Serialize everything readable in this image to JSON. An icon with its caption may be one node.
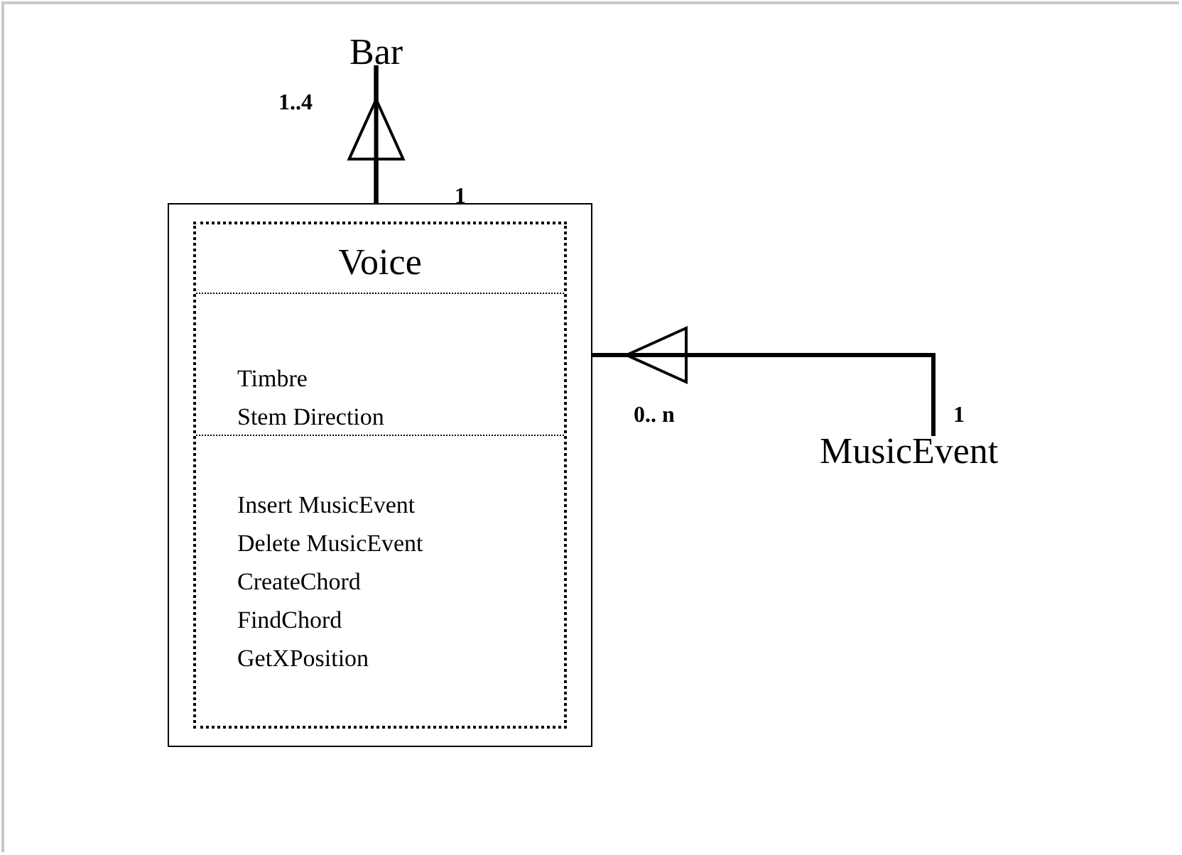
{
  "diagram": {
    "nodes": [
      {
        "text": [
          "Bar"
        ]
      },
      {
        "text": [
          "Voice",
          "Timbre",
          "Stem Direction",
          "Insert MusicEvent",
          "Delete MusicEvent",
          "CreateChord",
          "FindChord",
          "GetXPosition"
        ]
      },
      {
        "text": [
          "MusicEvent"
        ]
      }
    ],
    "edges": [
      {
        "from": 1,
        "to": 0,
        "arrow": "to"
      },
      {
        "from": 2,
        "to": 1,
        "arrow": "to"
      }
    ],
    "labels": [
      "1..4",
      "1",
      "0.. n",
      "1"
    ]
  }
}
